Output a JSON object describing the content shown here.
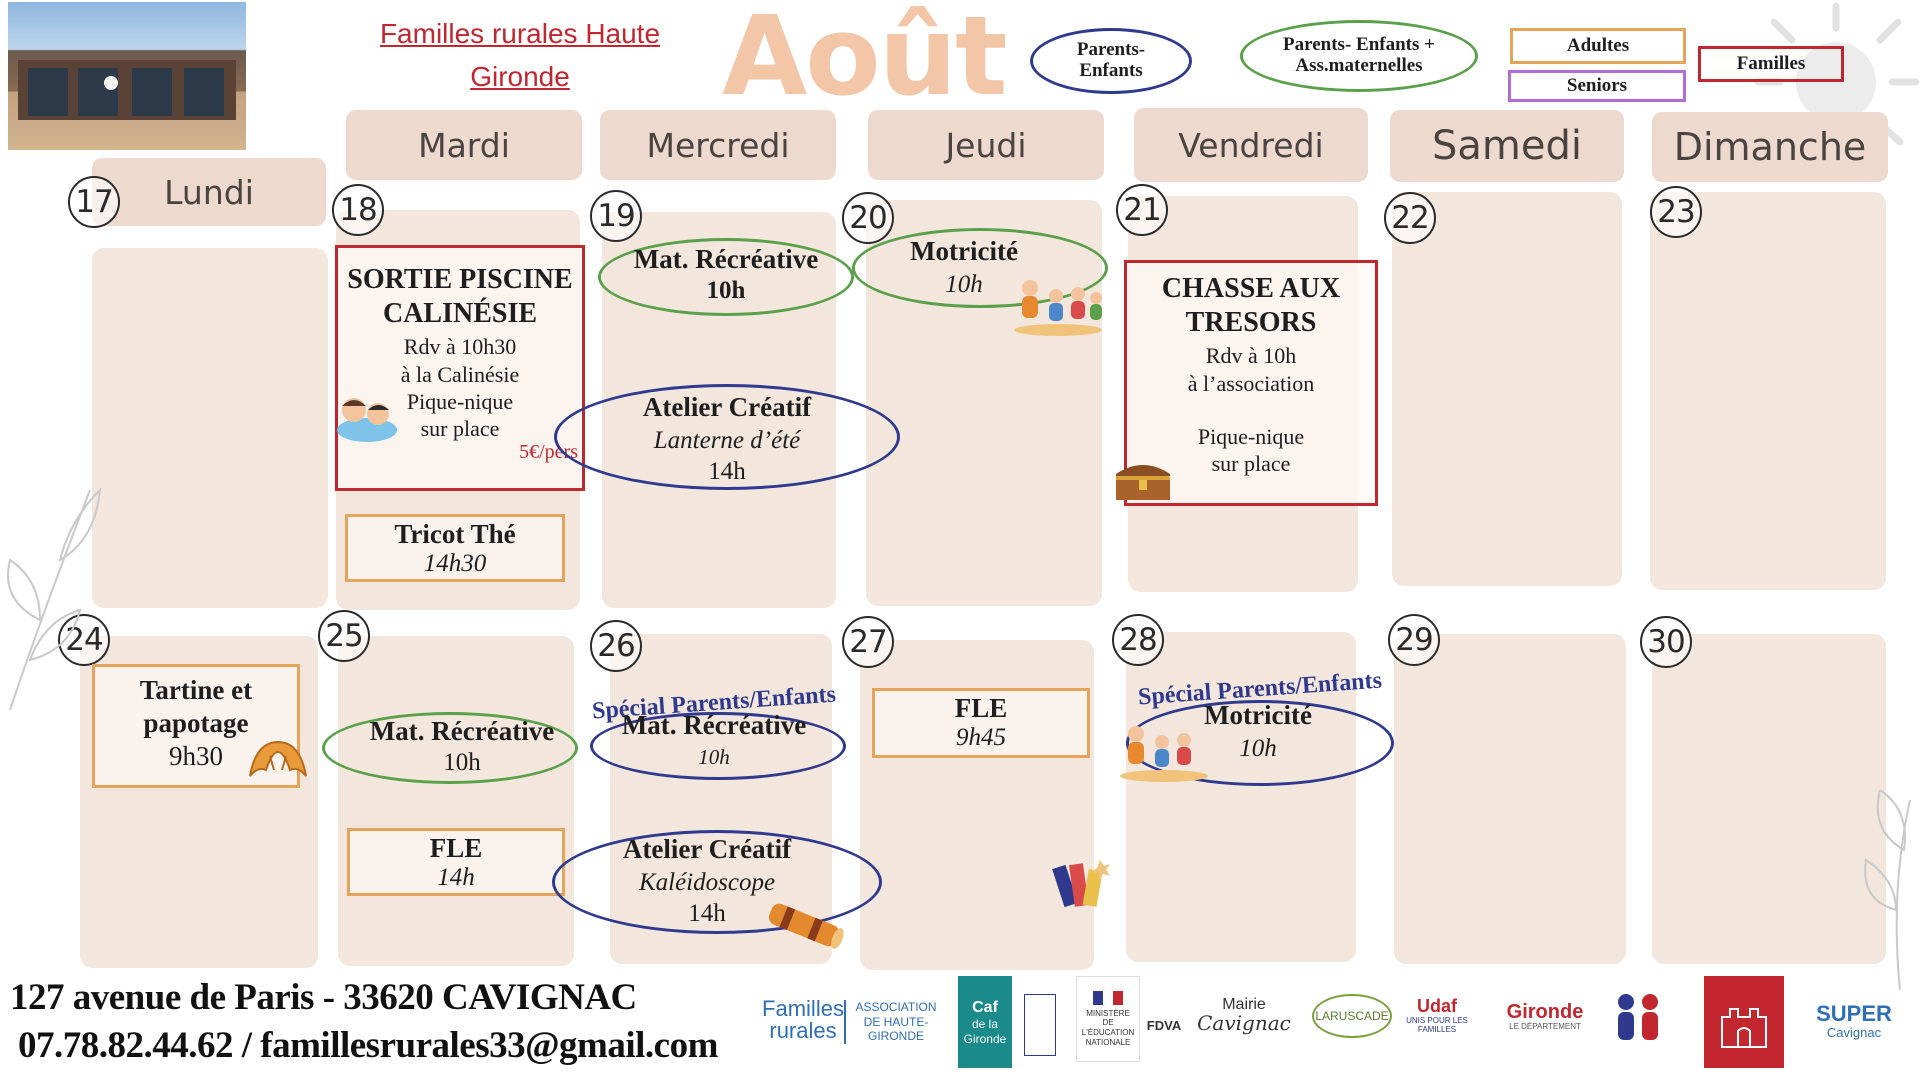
{
  "header": {
    "org_line1": "Familles rurales Haute",
    "org_line2": "Gironde",
    "month": "Août"
  },
  "legend": {
    "parents_enfants": [
      "Parents-",
      "Enfants"
    ],
    "parents_enfants_ass": [
      "Parents- Enfants +",
      "Ass.maternelles"
    ],
    "adultes": "Adultes",
    "seniors": "Seniors",
    "familles": "Familles",
    "colors": {
      "parents_enfants": "#2f3a8f",
      "parents_enfants_ass": "#5aa04a",
      "adultes": "#e6a35a",
      "seniors": "#b36bd6",
      "familles": "#c2262e"
    }
  },
  "days": [
    "Lundi",
    "Mardi",
    "Mercredi",
    "Jeudi",
    "Vendredi",
    "Samedi",
    "Dimanche"
  ],
  "week1": [
    "17",
    "18",
    "19",
    "20",
    "21",
    "22",
    "23"
  ],
  "week2": [
    "24",
    "25",
    "26",
    "27",
    "28",
    "29",
    "30"
  ],
  "events": {
    "piscine": {
      "title1": "SORTIE PISCINE",
      "title2": "CALINÉSIE",
      "l1": "Rdv à 10h30",
      "l2": "à la Calinésie",
      "l3": "Pique-nique",
      "l4": "sur place",
      "price": "5€/pers"
    },
    "tricot": {
      "title": "Tricot Thé",
      "time": "14h30"
    },
    "mat19": {
      "title": "Mat. Récréative",
      "time": "10h"
    },
    "atelier19": {
      "title": "Atelier Créatif",
      "sub": "Lanterne d’été",
      "time": "14h"
    },
    "motricite20": {
      "title": "Motricité",
      "time": "10h"
    },
    "chasse": {
      "title1": "CHASSE AUX",
      "title2": "TRESORS",
      "l1": "Rdv à 10h",
      "l2": "à l’association",
      "l3": "Pique-nique",
      "l4": "sur place"
    },
    "tartine": {
      "l1": "Tartine et",
      "l2": "papotage",
      "time": "9h30"
    },
    "mat25": {
      "title": "Mat. Récréative",
      "time": "10h"
    },
    "fle25": {
      "title": "FLE",
      "time": "14h"
    },
    "special26": "Spécial Parents/Enfants",
    "mat26": {
      "title": "Mat. Récréative",
      "time": "10h"
    },
    "atelier26": {
      "title": "Atelier Créatif",
      "sub": "Kaléidoscope",
      "time": "14h"
    },
    "fle27": {
      "title": "FLE",
      "time": "9h45"
    },
    "special28": "Spécial Parents/Enfants",
    "motricite28": {
      "title": "Motricité",
      "time": "10h"
    }
  },
  "footer": {
    "address": "127 avenue de Paris - 33620 CAVIGNAC",
    "contact": "07.78.82.44.62 / famillesrurales33@gmail.com"
  },
  "logos": {
    "familles_rurales": [
      "Familles",
      "rurales"
    ],
    "association": [
      "ASSOCIATION",
      "DE HAUTE-GIRONDE"
    ],
    "caf": [
      "Caf",
      "de la Gironde"
    ],
    "ministere": [
      "MINISTÈRE",
      "DE L'ÉDUCATION",
      "NATIONALE"
    ],
    "fdva": "FDVA",
    "mairie": [
      "Mairie",
      "Cavignac"
    ],
    "laruscade": "LARUSCADE",
    "udaf": [
      "Udaf",
      "UNIS POUR LES FAMILLES"
    ],
    "gironde": [
      "Gironde",
      "LE DÉPARTEMENT"
    ],
    "superu": [
      "SUPER",
      "Cavignac"
    ]
  }
}
